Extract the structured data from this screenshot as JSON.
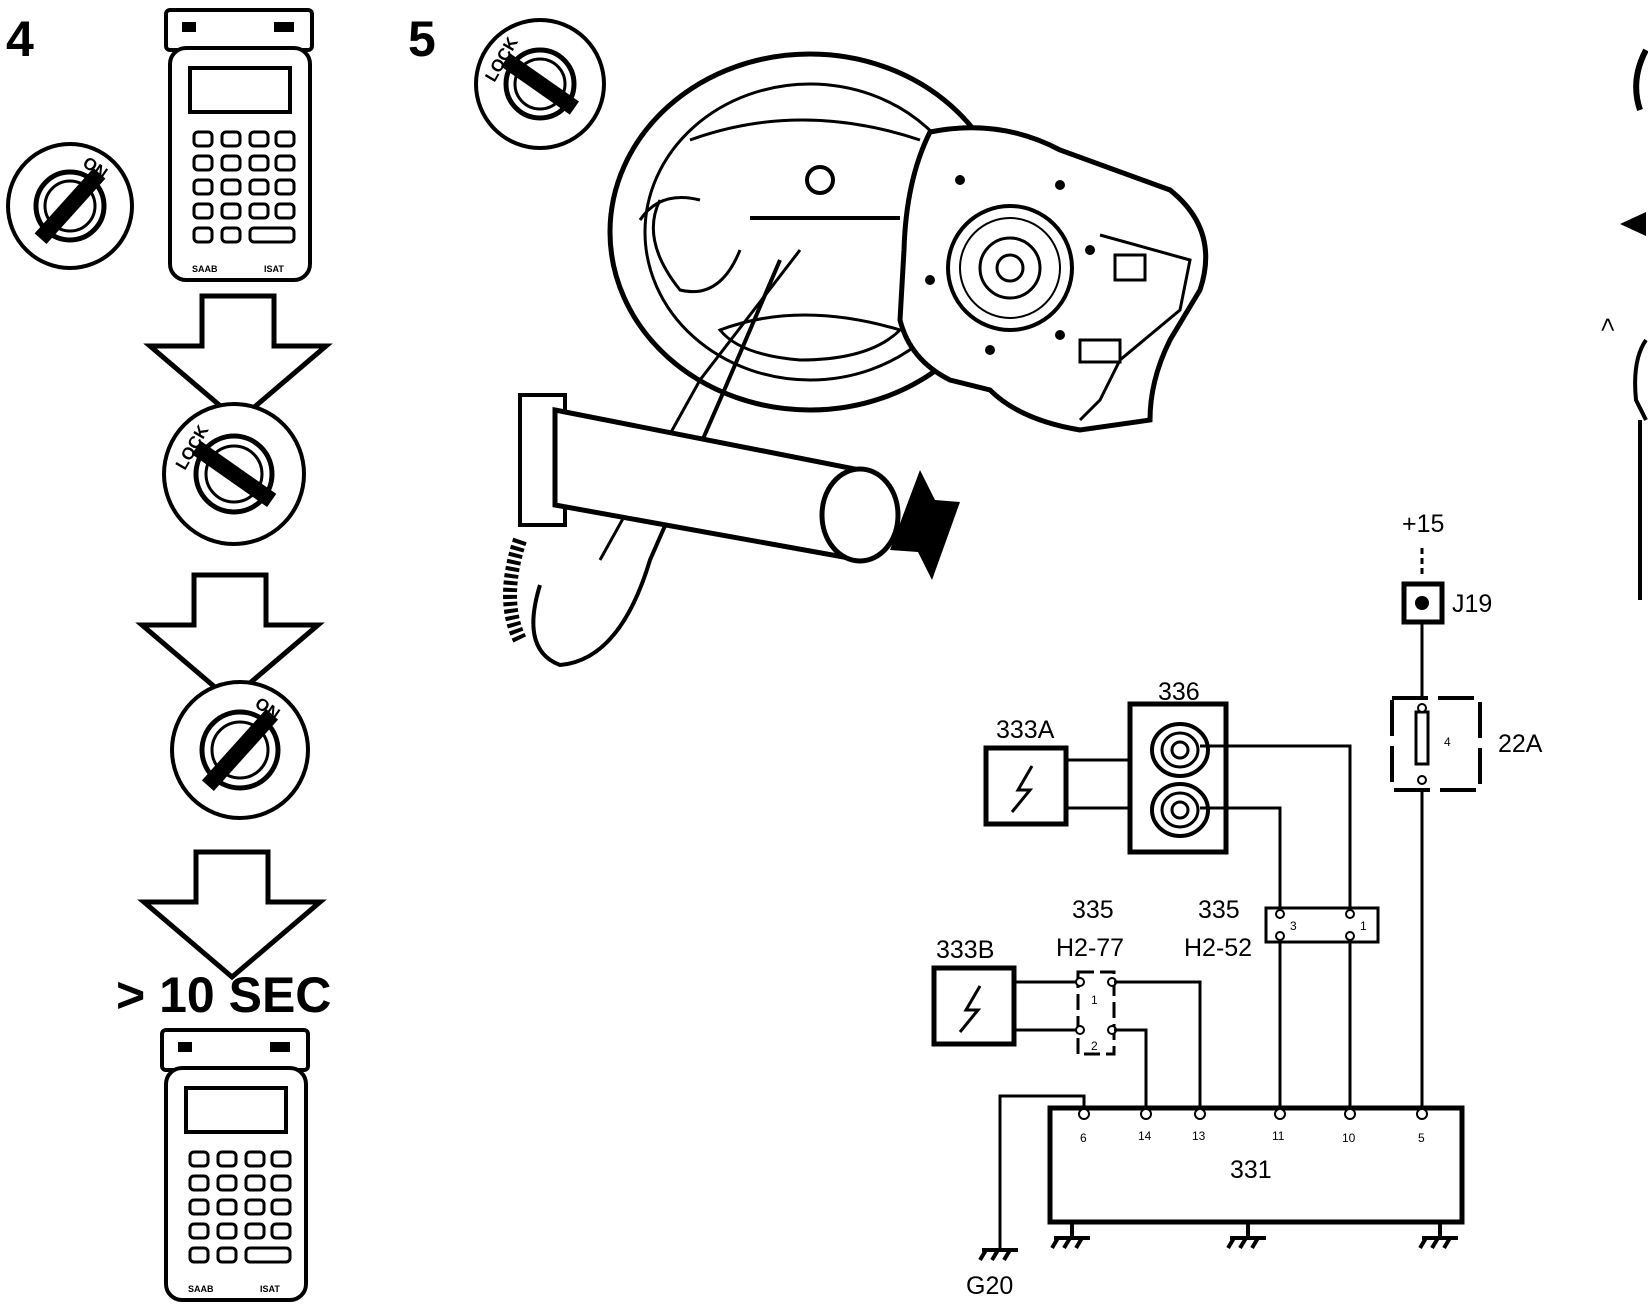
{
  "steps": {
    "step4": "4",
    "step5": "5"
  },
  "duration_label": "> 10 SEC",
  "ignition": {
    "on": "ON",
    "lock": "LOCK"
  },
  "tester": {
    "left_key": "SAAB",
    "right_key": "ISAT"
  },
  "schematic": {
    "supply": "+15",
    "junction": "J19",
    "fuse": "22A",
    "fuse_pin": "4",
    "clock_spring": "336",
    "squib_a": "333A",
    "squib_b": "333B",
    "conn_h277": {
      "id": "335",
      "name": "H2-77",
      "pin1": "1",
      "pin2": "2"
    },
    "conn_h252": {
      "id": "335",
      "name": "H2-52",
      "pin3": "3",
      "pin1": "1"
    },
    "module": "331",
    "module_pins": [
      "6",
      "14",
      "13",
      "11",
      "10",
      "5"
    ],
    "ground": "G20"
  },
  "right_edge": {
    "mark": ">"
  },
  "colors": {
    "ink": "#000000",
    "paper": "#ffffff"
  }
}
